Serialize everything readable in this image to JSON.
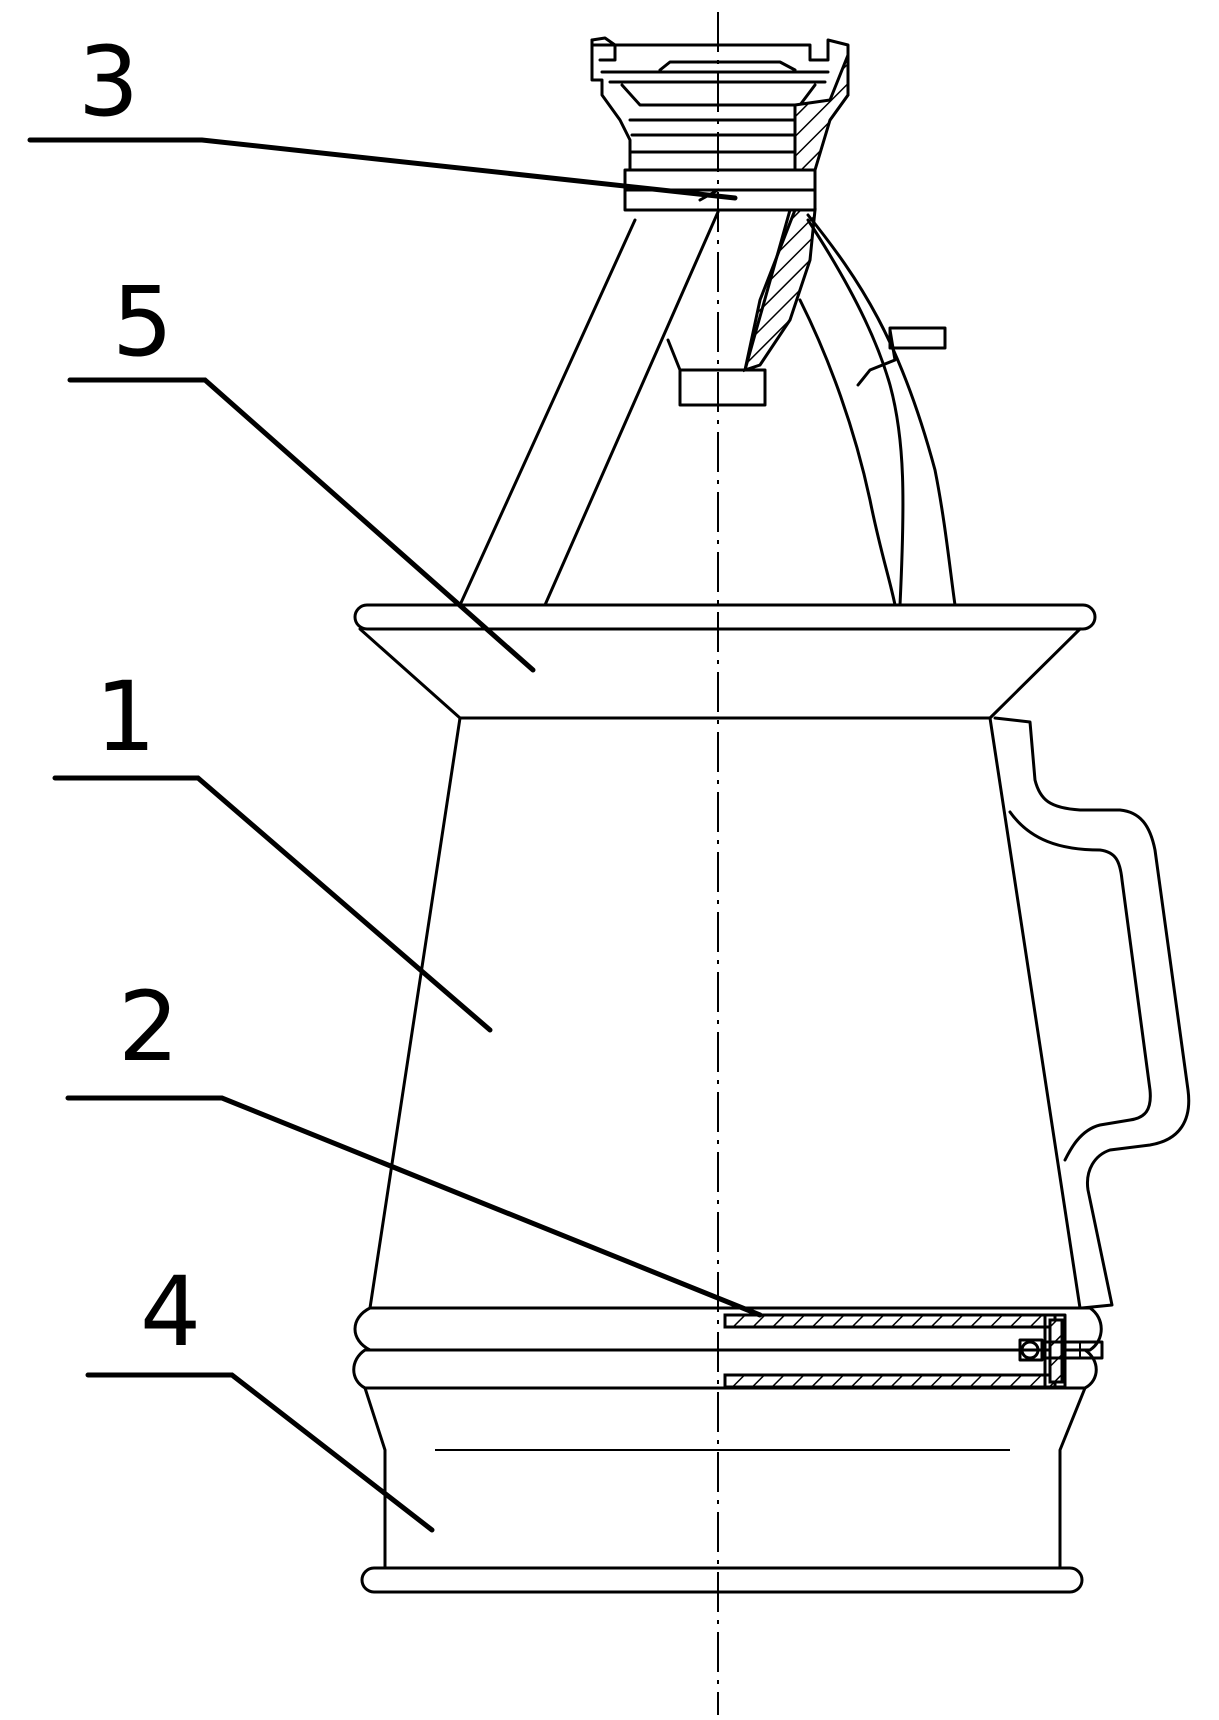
{
  "labels": [
    {
      "id": "part-3",
      "text": "3"
    },
    {
      "id": "part-5",
      "text": "5"
    },
    {
      "id": "part-1",
      "text": "1"
    },
    {
      "id": "part-2",
      "text": "2"
    },
    {
      "id": "part-4",
      "text": "4"
    }
  ],
  "colors": {
    "ink": "#000000",
    "paper": "#ffffff"
  }
}
